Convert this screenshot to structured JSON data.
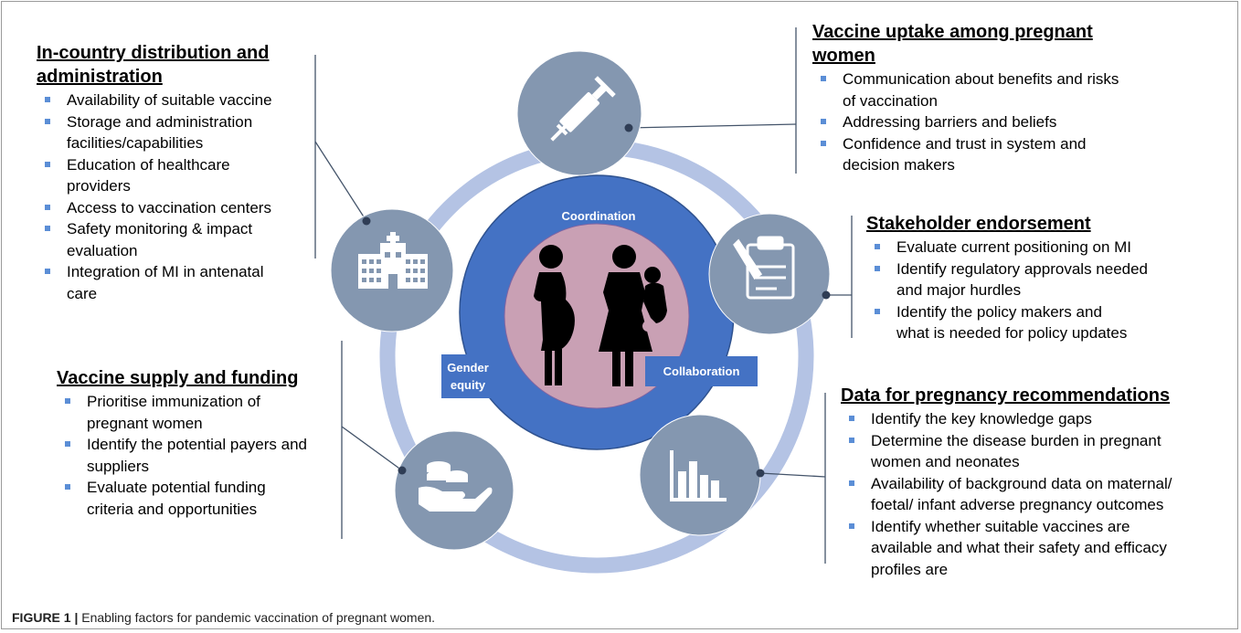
{
  "center": {
    "coordination": "Coordination",
    "gender_equity_line1": "Gender",
    "gender_equity_line2": "equity",
    "collaboration": "Collaboration"
  },
  "blocks": {
    "distribution": {
      "title_line1": "In-country distribution and",
      "title_line2": "administration",
      "items": [
        [
          "Availability of suitable vaccine"
        ],
        [
          "Storage and administration",
          "facilities/capabilities"
        ],
        [
          "Education of healthcare",
          "providers"
        ],
        [
          "Access to vaccination centers"
        ],
        [
          "Safety monitoring & impact",
          "evaluation"
        ],
        [
          "Integration of MI in antenatal",
          "care"
        ]
      ]
    },
    "uptake": {
      "title_line1": "Vaccine uptake among pregnant",
      "title_line2": "women",
      "items": [
        [
          "Communication about benefits and risks",
          "of vaccination"
        ],
        [
          "Addressing barriers and beliefs"
        ],
        [
          "Confidence and trust in system and",
          "decision makers"
        ]
      ]
    },
    "stakeholder": {
      "title_line1": "Stakeholder endorsement",
      "items": [
        [
          "Evaluate current positioning on MI"
        ],
        [
          "Identify regulatory approvals needed",
          "and major hurdles"
        ],
        [
          "Identify the policy makers and",
          "what is needed for policy updates"
        ]
      ]
    },
    "supply": {
      "title_line1": "Vaccine supply and funding",
      "items": [
        [
          "Prioritise immunization of",
          "pregnant women"
        ],
        [
          "Identify the potential payers and",
          "suppliers"
        ],
        [
          "Evaluate potential funding",
          "criteria and opportunities"
        ]
      ]
    },
    "data": {
      "title_line1": "Data for pregnancy recommendations",
      "items": [
        [
          "Identify the key knowledge gaps"
        ],
        [
          "Determine the disease burden in pregnant",
          "women and neonates"
        ],
        [
          "Availability of background data on maternal/",
          "foetal/ infant adverse pregnancy outcomes"
        ],
        [
          "Identify whether suitable vaccines are",
          "available and what their safety and efficacy",
          "profiles are"
        ]
      ]
    }
  },
  "nodes": {
    "syringe": "syringe-icon",
    "clipboard": "clipboard-icon",
    "chart": "bar-chart-icon",
    "coins": "coins-in-hand-icon",
    "hospital": "hospital-icon",
    "center": "pregnant-woman-and-mother-with-child-icon"
  },
  "colors": {
    "ring": "#b4c3e4",
    "node": "#8497b0",
    "center_disc": "#4472c4",
    "center_inner": "#c9a0b4",
    "label_box": "#4472c4",
    "bullet": "#5b8ed6",
    "connector": "#44546a"
  },
  "caption": {
    "label": "FIGURE 1 |",
    "text": " Enabling factors for pandemic vaccination of pregnant women."
  }
}
